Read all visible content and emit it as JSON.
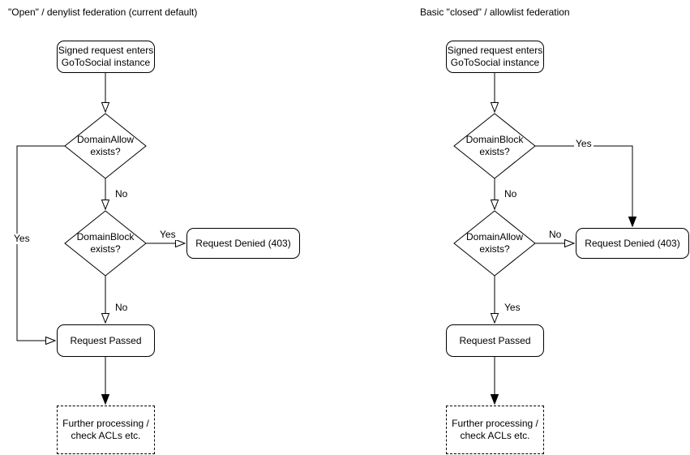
{
  "colors": {
    "stroke": "#000000",
    "background": "#ffffff",
    "text": "#000000"
  },
  "left_chart": {
    "title": "\"Open\" / denylist federation (current default)",
    "nodes": {
      "start": "Signed request enters\nGoToSocial instance",
      "domain_allow": "DomainAllow\nexists?",
      "domain_block": "DomainBlock\nexists?",
      "request_denied": "Request Denied (403)",
      "request_passed": "Request Passed",
      "further_processing": "Further processing /\ncheck ACLs etc."
    },
    "edge_labels": {
      "allow_no": "No",
      "allow_yes": "Yes",
      "block_yes": "Yes",
      "block_no": "No"
    }
  },
  "right_chart": {
    "title": "Basic \"closed\" / allowlist federation",
    "nodes": {
      "start": "Signed request enters\nGoToSocial instance",
      "domain_block": "DomainBlock\nexists?",
      "domain_allow": "DomainAllow\nexists?",
      "request_denied": "Request Denied (403)",
      "request_passed": "Request Passed",
      "further_processing": "Further processing /\ncheck ACLs etc."
    },
    "edge_labels": {
      "block_yes": "Yes",
      "block_no": "No",
      "allow_no": "No",
      "allow_yes": "Yes"
    }
  }
}
